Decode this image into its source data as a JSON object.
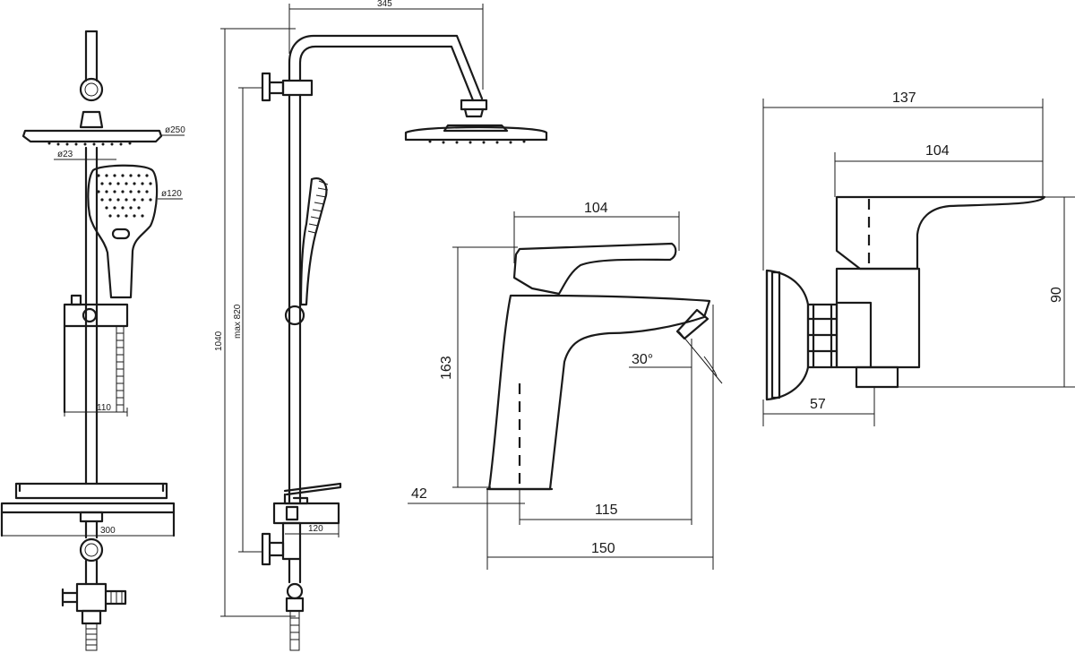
{
  "views": {
    "shower_front": {
      "dims": {
        "head_diameter": "ø250",
        "pipe_diameter": "ø23",
        "hand_diameter": "ø120",
        "holder_width": "110",
        "shelf_width": "300"
      }
    },
    "shower_side": {
      "dims": {
        "arm_reach": "345",
        "total_height": "1040",
        "max_height": "max 820",
        "mixer_width": "120"
      }
    },
    "basin_mixer": {
      "dims": {
        "lever_length": "104",
        "height": "163",
        "base_height": "42",
        "angle": "30°",
        "spout_reach": "115",
        "total_length": "150"
      }
    },
    "wall_mixer": {
      "dims": {
        "total_depth": "137",
        "lever_length": "104",
        "height": "90",
        "wall_offset": "57"
      }
    }
  }
}
